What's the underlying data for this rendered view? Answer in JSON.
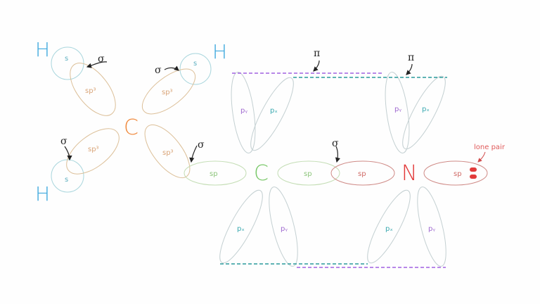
{
  "colors": {
    "hydrogen": "#3fa9de",
    "sp3_carbon": "#f08a3e",
    "sp_carbon": "#7ac86a",
    "nitrogen": "#e23b3b",
    "s_orbital": "#a9d6dd",
    "sp3_orbital": "#dcbf98",
    "sp_c_orbital": "#c3ddb4",
    "sp_n_orbital": "#cf8a86",
    "p_orbital": "#c4d0d2",
    "px_label": "#3aa9b0",
    "py_label": "#a06ad0",
    "pi_purple": "#a060e0",
    "pi_teal": "#2a9a9c",
    "arrow": "#222222",
    "lone_pair": "#e23b3b"
  },
  "atoms": {
    "h_top_left": "H",
    "h_top_right": "H",
    "h_bottom_left": "H",
    "c_sp3": "C",
    "c_sp": "C",
    "n": "N"
  },
  "orbitals": {
    "s": "s",
    "sp3": "sp³",
    "sp": "sp",
    "px": "pₓ",
    "py": "pᵧ"
  },
  "bonds": {
    "sigma": "σ",
    "pi": "π"
  },
  "annotations": {
    "lone_pair": "lone pair"
  }
}
